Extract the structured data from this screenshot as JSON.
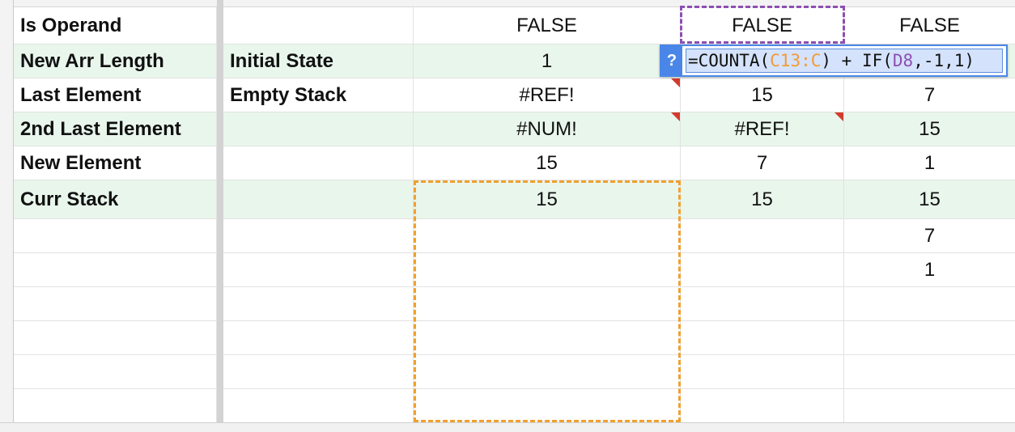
{
  "rows": [
    {
      "label": "Is Operand",
      "b": "",
      "c": "FALSE",
      "d": "FALSE",
      "e": "FALSE"
    },
    {
      "label": "New Arr Length",
      "b": "Initial State",
      "c": "1",
      "d": "",
      "e": ""
    },
    {
      "label": "Last Element",
      "b": "Empty Stack",
      "c": "#REF!",
      "d": "15",
      "e": "7"
    },
    {
      "label": "2nd Last Element",
      "b": "",
      "c": "#NUM!",
      "d": "#REF!",
      "e": "15"
    },
    {
      "label": "New Element",
      "b": "",
      "c": "15",
      "d": "7",
      "e": "1"
    },
    {
      "label": "Curr Stack",
      "b": "",
      "c": "15",
      "d": "15",
      "e": "15"
    }
  ],
  "stack_continuation": {
    "e7": "7",
    "e8": "1"
  },
  "formula_editor": {
    "help_label": "?",
    "prefix": "=COUNTA(",
    "ref1": "C13:C",
    "middle": ") + IF(",
    "ref2": "D8",
    "suffix": ",-1,1)"
  },
  "colors": {
    "row_highlight": "#e9f6ec",
    "error_marker": "#d23b2e",
    "range_orange": "#f0a030",
    "range_purple": "#8e4fb3",
    "editor_blue": "#4a86e8"
  }
}
